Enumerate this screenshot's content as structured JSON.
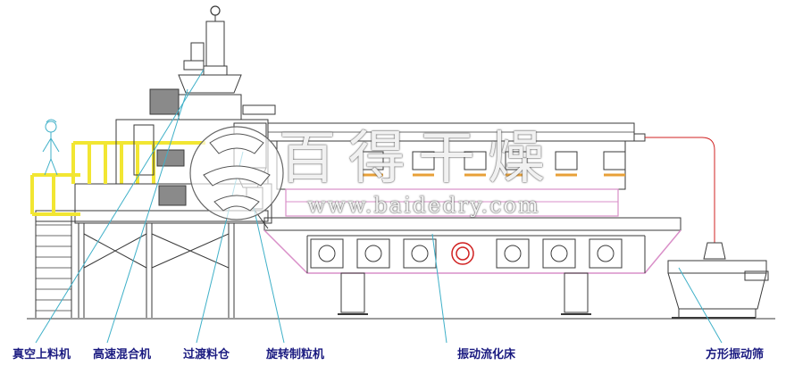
{
  "labels": {
    "vacuum_feeder": "真空上料机",
    "high_speed_mixer": "高速混合机",
    "transition_bin": "过渡料仓",
    "rotary_granulator": "旋转制粒机",
    "vibrating_fluid_bed": "振动流化床",
    "square_vibrating_sieve": "方形振动筛"
  },
  "watermark": {
    "brand": "百得干燥",
    "url": "www.baidedry.com"
  },
  "colors": {
    "line": "#3a3a3a",
    "label": "#1a1a80",
    "leader": "#3fb0c8",
    "platform": "#f2e632",
    "base_frame": "#d98fc8",
    "hood": "#e8a038",
    "air_duct": "#d02020"
  }
}
